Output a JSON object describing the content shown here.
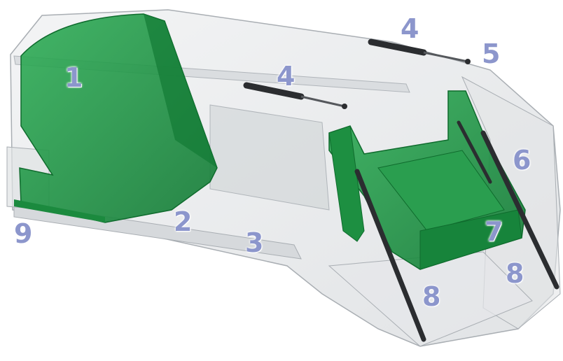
{
  "labels": {
    "l1": "1",
    "l2": "2",
    "l3": "3",
    "l4a": "4",
    "l4b": "4",
    "l5": "5",
    "l6": "6",
    "l7": "7",
    "l8a": "8",
    "l8b": "8",
    "l9": "9"
  },
  "colors": {
    "label": "#8c96cc",
    "green_part": "#1f9a45",
    "frame": "#c9cdd1"
  }
}
